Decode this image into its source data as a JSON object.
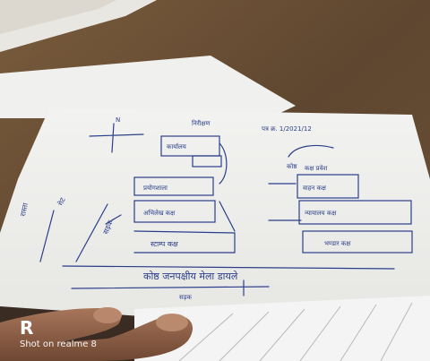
{
  "photo": {
    "subject": "hand-drawn site sketch on white paper",
    "background_color": "#6b5238",
    "paper_color": "#f3f3f1",
    "ink_color": "#2b3f8a"
  },
  "sketch_labels": {
    "title": "निरीक्षण",
    "reference": "पत्र क्र. 1/2021/12",
    "north": "N",
    "office": "कार्यालय",
    "lab": "प्रयोगशाला",
    "record_room": "अभिलेख कक्ष",
    "stamp_room": "स्टाम्प कक्ष",
    "room_entry": "कक्ष प्रवेश",
    "vehicle_room": "वाहन कक्ष",
    "road_left": "रास्ता",
    "road_right": "सड़क",
    "side_room": "कोष्ठ",
    "gate": "गेट",
    "storehouse": "भण्डार कक्ष",
    "court_room": "न्यायालय कक्ष",
    "bottom_caption": "कोष्ठ जनपक्षीय मेला डायले",
    "bottom_road": "सड़क"
  },
  "watermark": {
    "logo": "R",
    "text": "Shot on realme 8"
  }
}
